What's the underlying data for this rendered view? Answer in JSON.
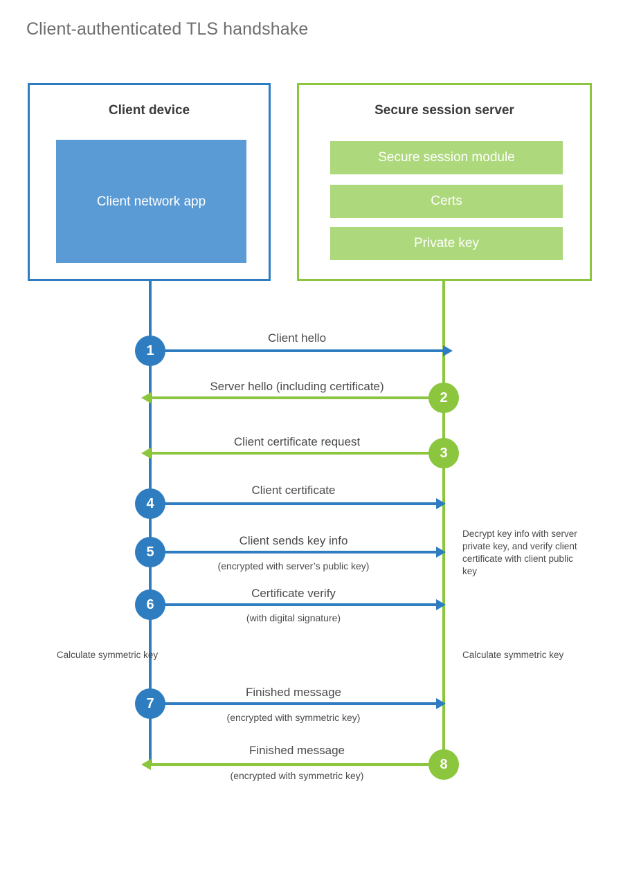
{
  "title": "Client-authenticated TLS handshake",
  "colors": {
    "client_accent": "#2e7dc1",
    "server_accent": "#8cc63e",
    "client_fill": "#5b9bd5",
    "server_fill": "#add87c",
    "title_text": "#6d6e70",
    "body_text": "#4a4a4a",
    "background": "#ffffff"
  },
  "client": {
    "title": "Client device",
    "app_label": "Client network app"
  },
  "server": {
    "title": "Secure session server",
    "components": [
      {
        "label": "Secure session module"
      },
      {
        "label": "Certs"
      },
      {
        "label": "Private key"
      }
    ]
  },
  "steps": [
    {
      "number": "1",
      "label": "Client hello",
      "sublabel": "",
      "direction": "client-to-server",
      "origin": "client"
    },
    {
      "number": "2",
      "label": "Server hello (including certificate)",
      "sublabel": "",
      "direction": "server-to-client",
      "origin": "server"
    },
    {
      "number": "3",
      "label": "Client certificate request",
      "sublabel": "",
      "direction": "server-to-client",
      "origin": "server"
    },
    {
      "number": "4",
      "label": "Client certificate",
      "sublabel": "",
      "direction": "client-to-server",
      "origin": "client"
    },
    {
      "number": "5",
      "label": "Client sends key info",
      "sublabel": "(encrypted with server’s public key)",
      "direction": "client-to-server",
      "origin": "client"
    },
    {
      "number": "6",
      "label": "Certificate verify",
      "sublabel": "(with digital signature)",
      "direction": "client-to-server",
      "origin": "client"
    },
    {
      "number": "7",
      "label": "Finished message",
      "sublabel": "(encrypted with symmetric key)",
      "direction": "client-to-server",
      "origin": "client"
    },
    {
      "number": "8",
      "label": "Finished message",
      "sublabel": "(encrypted with symmetric key)",
      "direction": "server-to-client",
      "origin": "server"
    }
  ],
  "annotations": {
    "server_decrypt": "Decrypt key info with server private key, and verify client certificate with client public key",
    "client_calculate": "Calculate symmetric key",
    "server_calculate": "Calculate symmetric key"
  }
}
